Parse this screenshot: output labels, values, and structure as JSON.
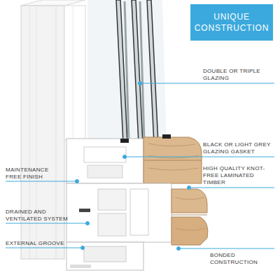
{
  "diagram": {
    "title": "UNIQUE CONSTRUCTION",
    "labels": [
      "DOUBLE OR TRIPLE GLAZING",
      "BLACK OR LIGHT GREY GLAZING GASKET",
      "HIGH QUALITY KNOT-FREE LAMINATED TIMBER",
      "MAINTENANCE FREE FINISH",
      "DRAINED AND VENTILATED SYSTEM",
      "EXTERNAL GROOVE",
      "BONDED CONSTRUCTION"
    ]
  }
}
